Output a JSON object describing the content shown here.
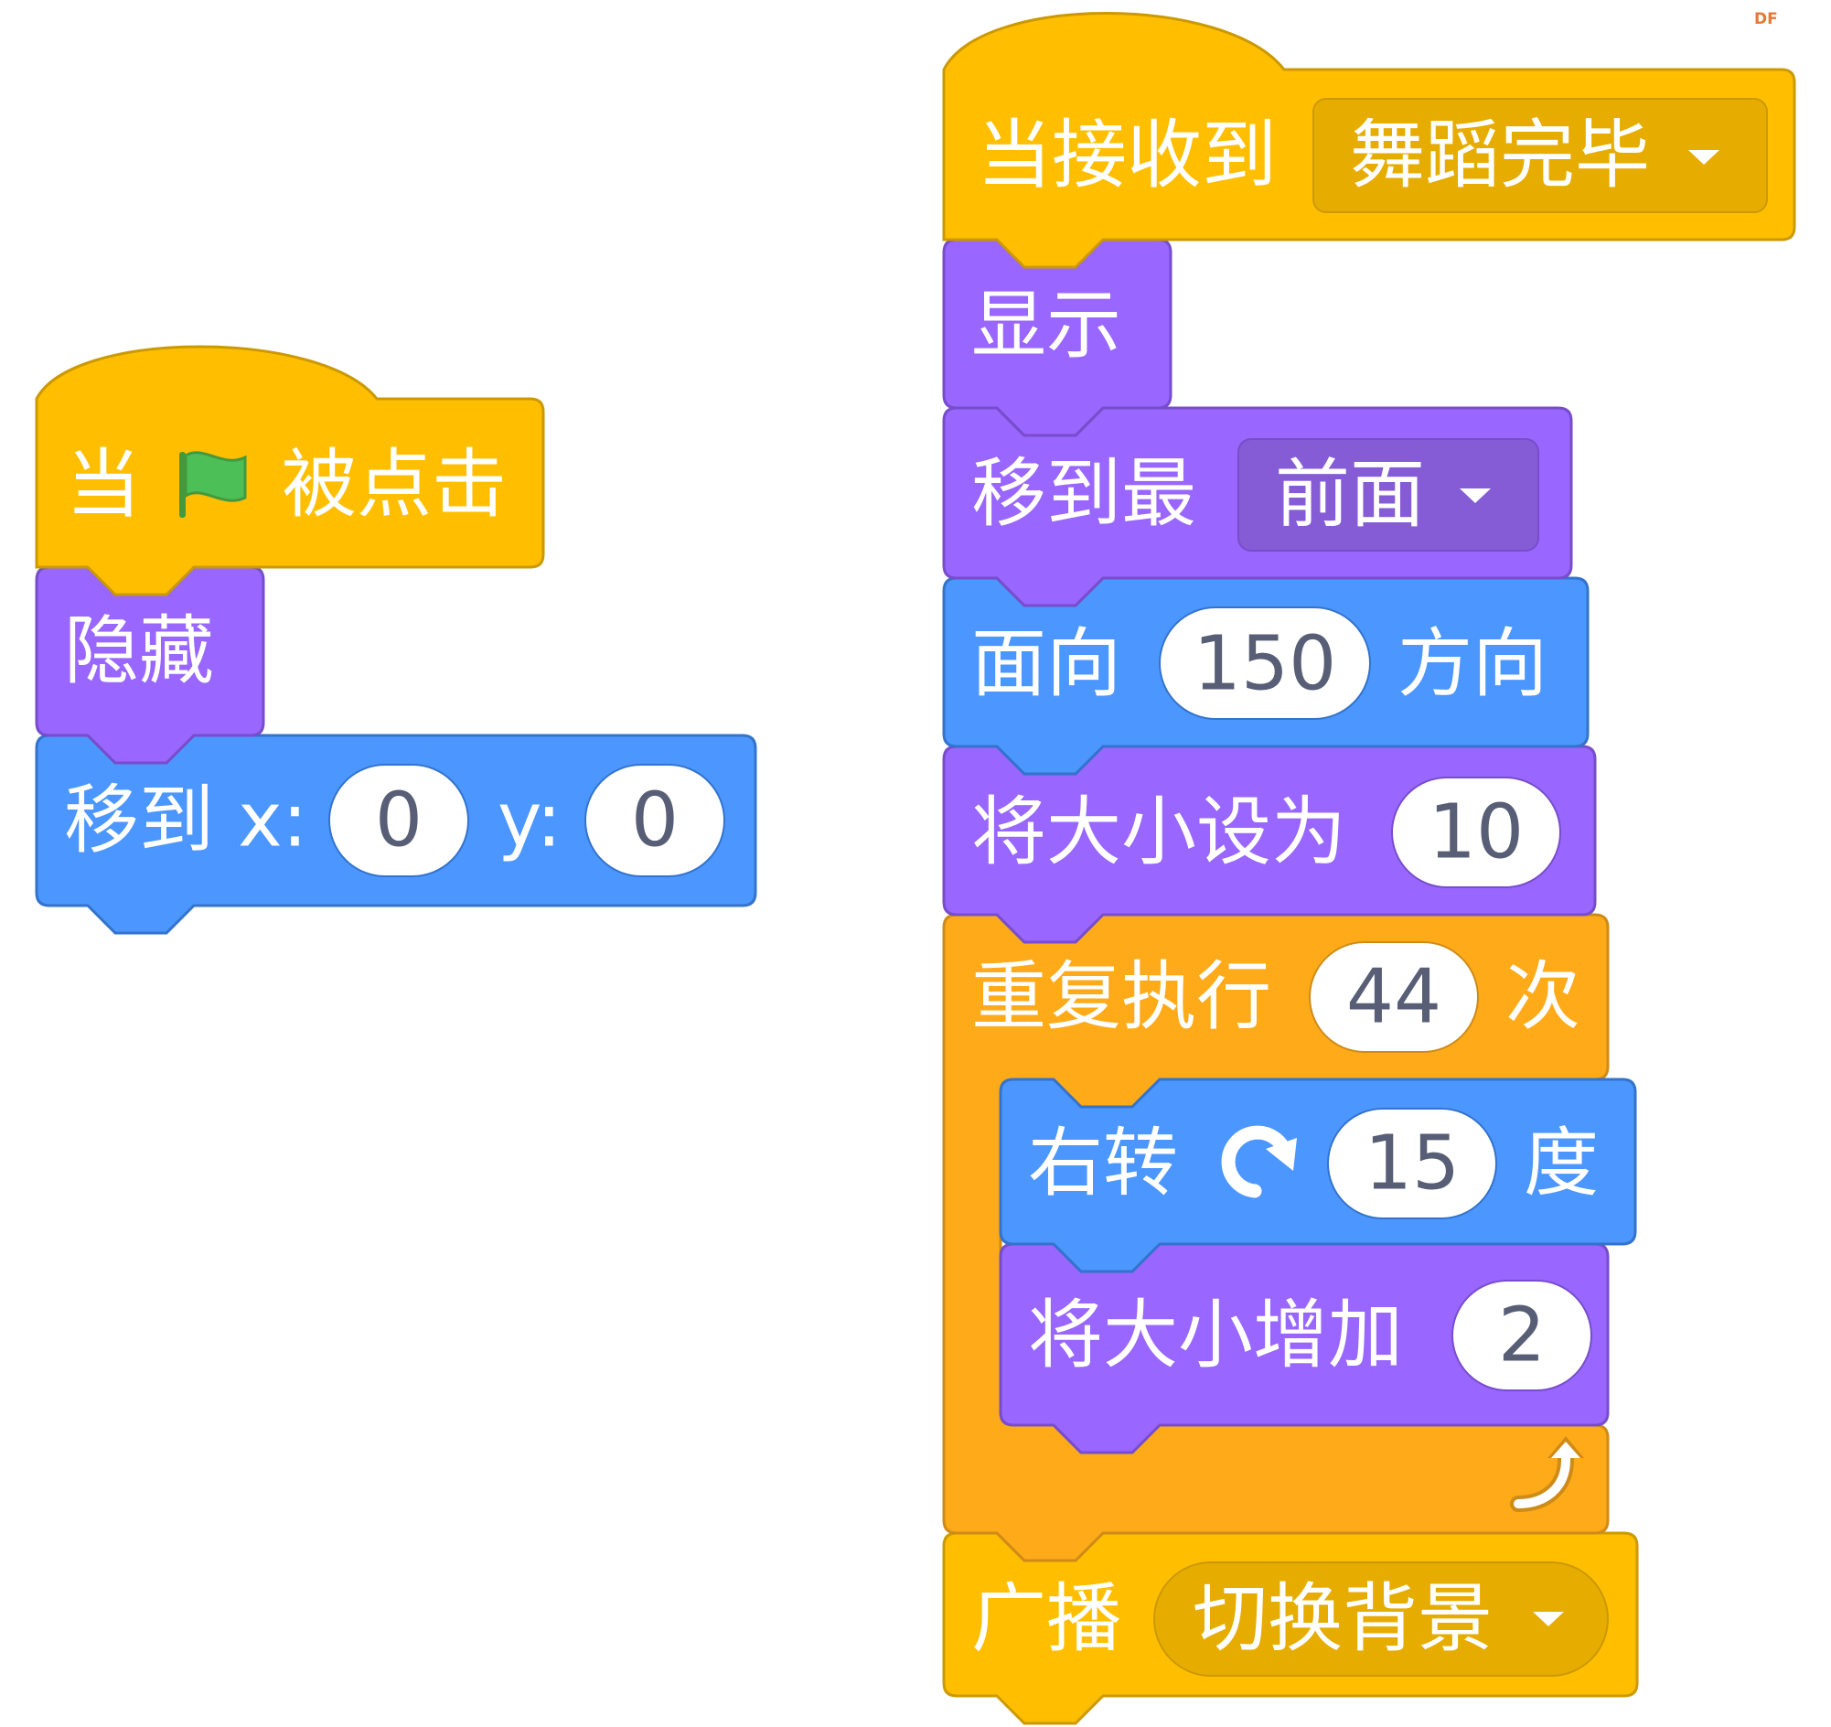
{
  "watermark": "DF",
  "colors": {
    "events": "#FFBF00",
    "events_border": "#CC9900",
    "events_field": "#E6AC00",
    "looks": "#9966FF",
    "looks_border": "#774DCB",
    "looks_field": "#855CD6",
    "motion": "#4C97FF",
    "motion_border": "#3373CC",
    "control": "#FFAB19",
    "control_border": "#CF8B17",
    "input_bg": "#FFFFFF",
    "input_text": "#575E75",
    "flag": "#4CBF56"
  },
  "left_script": {
    "hat": {
      "prefix": "当",
      "flag_icon": "green-flag-icon",
      "suffix": "被点击"
    },
    "hide": {
      "label": "隐藏"
    },
    "goto": {
      "label": "移到 x:",
      "x": "0",
      "y_label": "y:",
      "y": "0"
    }
  },
  "right_script": {
    "hat": {
      "label": "当接收到",
      "message": "舞蹈完毕"
    },
    "show": {
      "label": "显示"
    },
    "layer": {
      "label": "移到最",
      "option": "前面"
    },
    "direction": {
      "label": "面向",
      "value": "150",
      "suffix": "方向"
    },
    "set_size": {
      "label": "将大小设为",
      "value": "10"
    },
    "repeat": {
      "label": "重复执行",
      "times": "44",
      "suffix": "次",
      "turn": {
        "label": "右转",
        "icon": "rotate-clockwise-icon",
        "value": "15",
        "suffix": "度"
      },
      "change_size": {
        "label": "将大小增加",
        "value": "2"
      },
      "loop_icon": "loop-arrow-icon"
    },
    "broadcast": {
      "label": "广播",
      "message": "切换背景"
    }
  }
}
